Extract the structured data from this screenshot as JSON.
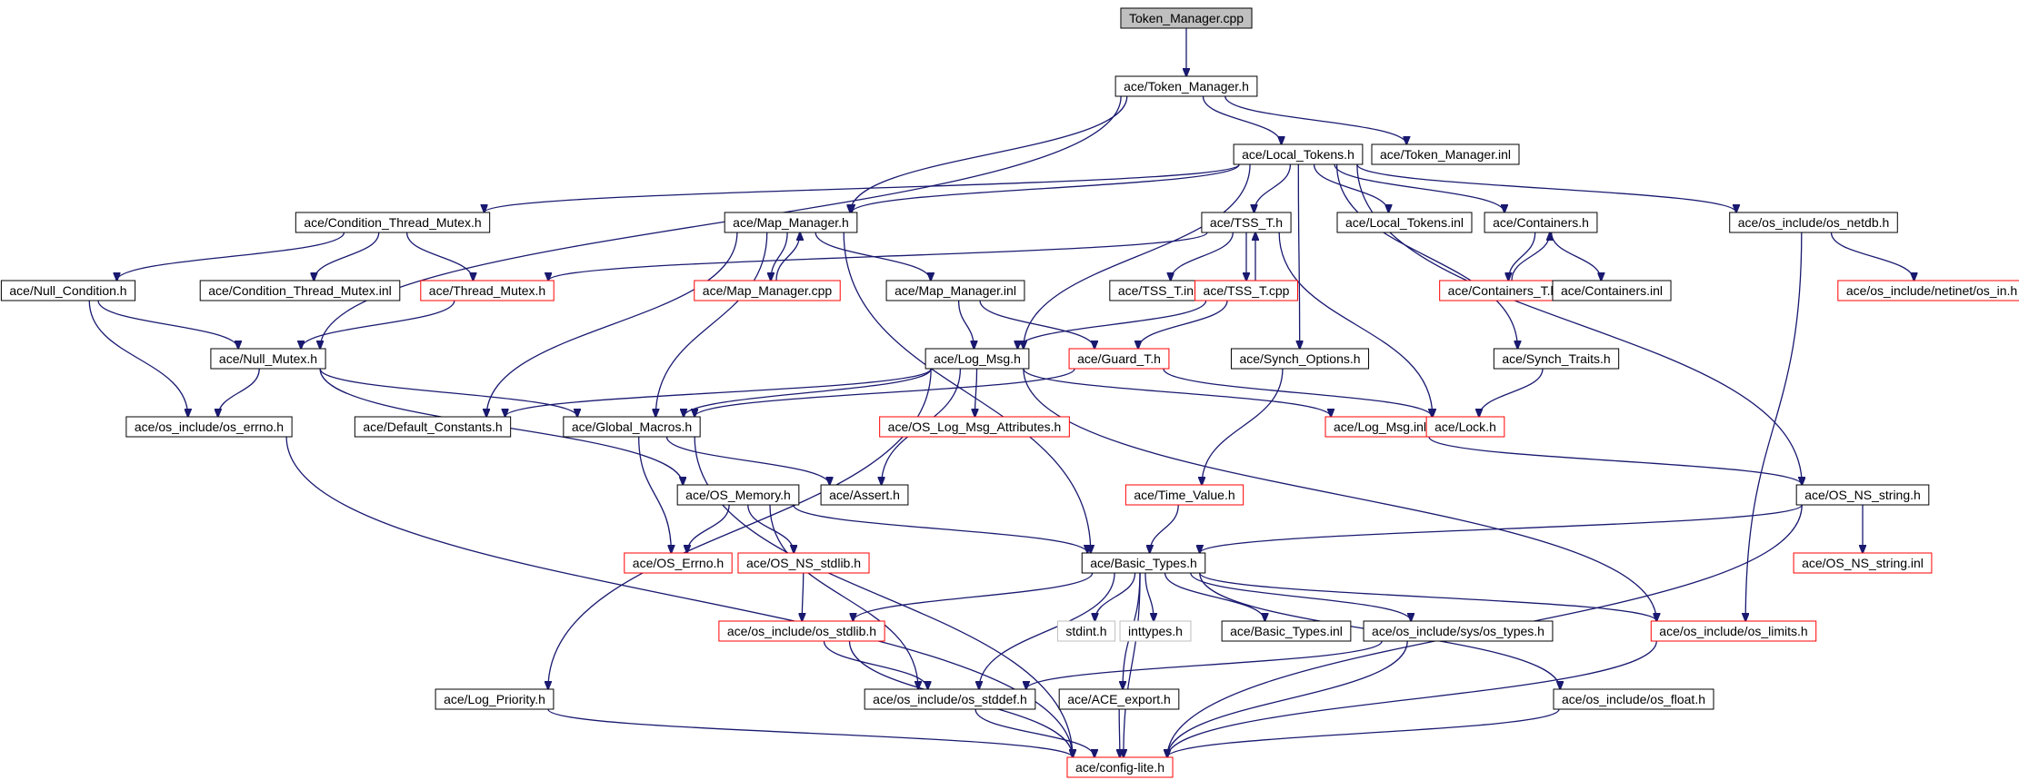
{
  "colors": {
    "edge": "#191970",
    "border_default": "#000000",
    "border_incomplete": "#ff0000",
    "border_external": "#bfbfbf",
    "root_fill": "#bfbfbf"
  },
  "nodes": [
    {
      "id": "n0",
      "label": "Token_Manager.cpp",
      "style": "root"
    },
    {
      "id": "n1",
      "label": "ace/Token_Manager.h",
      "style": "default"
    },
    {
      "id": "n2",
      "label": "ace/Local_Tokens.h",
      "style": "default"
    },
    {
      "id": "n3",
      "label": "ace/Token_Manager.inl",
      "style": "default"
    },
    {
      "id": "n4",
      "label": "ace/Condition_Thread_Mutex.h",
      "style": "default"
    },
    {
      "id": "n5",
      "label": "ace/Map_Manager.h",
      "style": "default"
    },
    {
      "id": "n6",
      "label": "ace/TSS_T.h",
      "style": "default"
    },
    {
      "id": "n7",
      "label": "ace/Local_Tokens.inl",
      "style": "default"
    },
    {
      "id": "n8",
      "label": "ace/Containers.h",
      "style": "default"
    },
    {
      "id": "n9",
      "label": "ace/os_include/os_netdb.h",
      "style": "default"
    },
    {
      "id": "n10",
      "label": "ace/Null_Condition.h",
      "style": "default"
    },
    {
      "id": "n11",
      "label": "ace/Condition_Thread_Mutex.inl",
      "style": "default"
    },
    {
      "id": "n12",
      "label": "ace/Thread_Mutex.h",
      "style": "incomplete"
    },
    {
      "id": "n13",
      "label": "ace/Map_Manager.cpp",
      "style": "incomplete"
    },
    {
      "id": "n14",
      "label": "ace/Map_Manager.inl",
      "style": "default"
    },
    {
      "id": "n15",
      "label": "ace/TSS_T.inl",
      "style": "default"
    },
    {
      "id": "n16",
      "label": "ace/TSS_T.cpp",
      "style": "incomplete"
    },
    {
      "id": "n17",
      "label": "ace/Containers_T.h",
      "style": "incomplete"
    },
    {
      "id": "n18",
      "label": "ace/Containers.inl",
      "style": "default"
    },
    {
      "id": "n19",
      "label": "ace/os_include/netinet/os_in.h",
      "style": "incomplete"
    },
    {
      "id": "n20",
      "label": "ace/Null_Mutex.h",
      "style": "default"
    },
    {
      "id": "n21",
      "label": "ace/Log_Msg.h",
      "style": "default"
    },
    {
      "id": "n22",
      "label": "ace/Guard_T.h",
      "style": "incomplete"
    },
    {
      "id": "n23",
      "label": "ace/Synch_Options.h",
      "style": "default"
    },
    {
      "id": "n24",
      "label": "ace/Synch_Traits.h",
      "style": "default"
    },
    {
      "id": "n25",
      "label": "ace/os_include/os_errno.h",
      "style": "default"
    },
    {
      "id": "n26",
      "label": "ace/Default_Constants.h",
      "style": "default"
    },
    {
      "id": "n27",
      "label": "ace/Global_Macros.h",
      "style": "default"
    },
    {
      "id": "n28",
      "label": "ace/OS_Log_Msg_Attributes.h",
      "style": "incomplete"
    },
    {
      "id": "n29",
      "label": "ace/Log_Msg.inl",
      "style": "incomplete"
    },
    {
      "id": "n30",
      "label": "ace/Lock.h",
      "style": "incomplete"
    },
    {
      "id": "n31",
      "label": "ace/OS_Memory.h",
      "style": "default"
    },
    {
      "id": "n32",
      "label": "ace/Assert.h",
      "style": "default"
    },
    {
      "id": "n33",
      "label": "ace/Time_Value.h",
      "style": "incomplete"
    },
    {
      "id": "n34",
      "label": "ace/OS_NS_string.h",
      "style": "default"
    },
    {
      "id": "n35",
      "label": "ace/OS_Errno.h",
      "style": "incomplete"
    },
    {
      "id": "n36",
      "label": "ace/OS_NS_stdlib.h",
      "style": "incomplete"
    },
    {
      "id": "n37",
      "label": "ace/Basic_Types.h",
      "style": "default"
    },
    {
      "id": "n38",
      "label": "ace/OS_NS_string.inl",
      "style": "incomplete"
    },
    {
      "id": "n39",
      "label": "ace/os_include/os_stdlib.h",
      "style": "incomplete"
    },
    {
      "id": "n40",
      "label": "stdint.h",
      "style": "external"
    },
    {
      "id": "n41",
      "label": "inttypes.h",
      "style": "external"
    },
    {
      "id": "n42",
      "label": "ace/Basic_Types.inl",
      "style": "default"
    },
    {
      "id": "n43",
      "label": "ace/os_include/sys/os_types.h",
      "style": "default"
    },
    {
      "id": "n44",
      "label": "ace/os_include/os_limits.h",
      "style": "incomplete"
    },
    {
      "id": "n45",
      "label": "ace/Log_Priority.h",
      "style": "default"
    },
    {
      "id": "n46",
      "label": "ace/os_include/os_stddef.h",
      "style": "default"
    },
    {
      "id": "n47",
      "label": "ace/ACE_export.h",
      "style": "default"
    },
    {
      "id": "n48",
      "label": "ace/os_include/os_float.h",
      "style": "default"
    },
    {
      "id": "n49",
      "label": "ace/config-lite.h",
      "style": "incomplete"
    }
  ],
  "edges": [
    [
      "n0",
      "n1"
    ],
    [
      "n1",
      "n2"
    ],
    [
      "n1",
      "n3"
    ],
    [
      "n1",
      "n5"
    ],
    [
      "n1",
      "n20"
    ],
    [
      "n2",
      "n4"
    ],
    [
      "n2",
      "n5"
    ],
    [
      "n2",
      "n6"
    ],
    [
      "n2",
      "n7"
    ],
    [
      "n2",
      "n8"
    ],
    [
      "n2",
      "n9"
    ],
    [
      "n2",
      "n21"
    ],
    [
      "n2",
      "n23"
    ],
    [
      "n2",
      "n24"
    ],
    [
      "n2",
      "n34"
    ],
    [
      "n4",
      "n10"
    ],
    [
      "n4",
      "n11"
    ],
    [
      "n4",
      "n12"
    ],
    [
      "n5",
      "n13"
    ],
    [
      "n5",
      "n14"
    ],
    [
      "n5",
      "n26"
    ],
    [
      "n5",
      "n27"
    ],
    [
      "n5",
      "n37"
    ],
    [
      "n13",
      "n5"
    ],
    [
      "n6",
      "n15"
    ],
    [
      "n6",
      "n16"
    ],
    [
      "n6",
      "n12"
    ],
    [
      "n6",
      "n30"
    ],
    [
      "n16",
      "n6"
    ],
    [
      "n16",
      "n21"
    ],
    [
      "n16",
      "n22"
    ],
    [
      "n8",
      "n17"
    ],
    [
      "n8",
      "n18"
    ],
    [
      "n17",
      "n8"
    ],
    [
      "n9",
      "n19"
    ],
    [
      "n9",
      "n44"
    ],
    [
      "n10",
      "n20"
    ],
    [
      "n10",
      "n25"
    ],
    [
      "n12",
      "n20"
    ],
    [
      "n14",
      "n21"
    ],
    [
      "n14",
      "n22"
    ],
    [
      "n20",
      "n25"
    ],
    [
      "n20",
      "n27"
    ],
    [
      "n20",
      "n31"
    ],
    [
      "n21",
      "n26"
    ],
    [
      "n21",
      "n27"
    ],
    [
      "n21",
      "n28"
    ],
    [
      "n21",
      "n29"
    ],
    [
      "n21",
      "n32"
    ],
    [
      "n21",
      "n44"
    ],
    [
      "n21",
      "n45"
    ],
    [
      "n22",
      "n27"
    ],
    [
      "n22",
      "n30"
    ],
    [
      "n23",
      "n33"
    ],
    [
      "n24",
      "n30"
    ],
    [
      "n25",
      "n49"
    ],
    [
      "n27",
      "n32"
    ],
    [
      "n27",
      "n35"
    ],
    [
      "n27",
      "n49"
    ],
    [
      "n29",
      "n34"
    ],
    [
      "n31",
      "n35"
    ],
    [
      "n31",
      "n36"
    ],
    [
      "n31",
      "n37"
    ],
    [
      "n31",
      "n46"
    ],
    [
      "n33",
      "n37"
    ],
    [
      "n34",
      "n37"
    ],
    [
      "n34",
      "n38"
    ],
    [
      "n34",
      "n49"
    ],
    [
      "n36",
      "n39"
    ],
    [
      "n37",
      "n39"
    ],
    [
      "n37",
      "n40"
    ],
    [
      "n37",
      "n41"
    ],
    [
      "n37",
      "n42"
    ],
    [
      "n37",
      "n43"
    ],
    [
      "n37",
      "n44"
    ],
    [
      "n37",
      "n46"
    ],
    [
      "n37",
      "n47"
    ],
    [
      "n37",
      "n48"
    ],
    [
      "n37",
      "n49"
    ],
    [
      "n39",
      "n46"
    ],
    [
      "n39",
      "n49"
    ],
    [
      "n43",
      "n46"
    ],
    [
      "n43",
      "n49"
    ],
    [
      "n44",
      "n49"
    ],
    [
      "n45",
      "n49"
    ],
    [
      "n46",
      "n49"
    ],
    [
      "n47",
      "n49"
    ],
    [
      "n48",
      "n49"
    ]
  ]
}
